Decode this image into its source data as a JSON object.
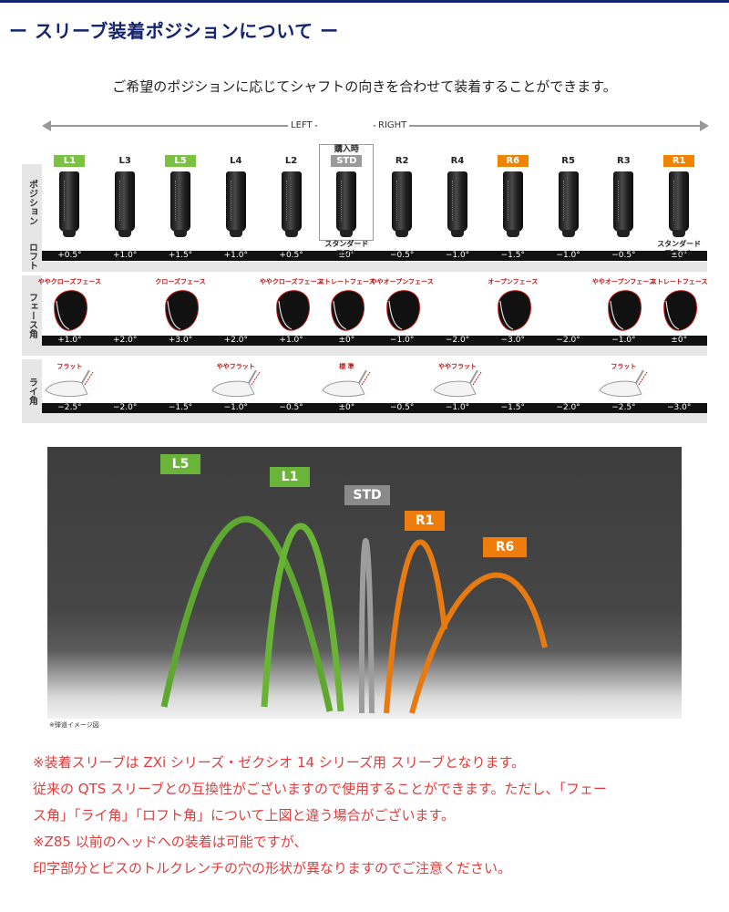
{
  "header": {
    "title": "ー スリーブ装着ポジションについて ー"
  },
  "intro": "ご希望のポジションに応じてシャフトの向きを合わせて装着することができます。",
  "direction": {
    "left": "LEFT",
    "right": "RIGHT"
  },
  "row_labels": {
    "position": "ポジション",
    "loft": "ロフト",
    "face": "フェース角",
    "lie": "ライ角"
  },
  "std_tag": "購入時",
  "positions": [
    {
      "label": "L1",
      "style": "green",
      "loft": "+0.5°"
    },
    {
      "label": "L3",
      "style": "plain",
      "loft": "+1.0°"
    },
    {
      "label": "L5",
      "style": "green",
      "loft": "+1.5°"
    },
    {
      "label": "L4",
      "style": "plain",
      "loft": "+1.0°"
    },
    {
      "label": "L2",
      "style": "plain",
      "loft": "+0.5°"
    },
    {
      "label": "STD",
      "style": "gray",
      "loft": "±0°",
      "caption": "スタンダード\nロフト"
    },
    {
      "label": "R2",
      "style": "plain",
      "loft": "−0.5°"
    },
    {
      "label": "R4",
      "style": "plain",
      "loft": "−1.0°"
    },
    {
      "label": "R6",
      "style": "orange",
      "loft": "−1.5°"
    },
    {
      "label": "R5",
      "style": "plain",
      "loft": "−1.0°"
    },
    {
      "label": "R3",
      "style": "plain",
      "loft": "−0.5°"
    },
    {
      "label": "R1",
      "style": "orange",
      "loft": "±0°",
      "caption": "スタンダード\nフラット"
    }
  ],
  "face_items": [
    {
      "caption": "ややクローズフェース",
      "value": "+1.0°"
    },
    {
      "caption": "",
      "value": "+2.0°"
    },
    {
      "caption": "クローズフェース",
      "value": "+3.0°"
    },
    {
      "caption": "",
      "value": "+2.0°"
    },
    {
      "caption": "ややクローズフェース",
      "value": "+1.0°"
    },
    {
      "caption": "ストレートフェース",
      "value": "±0°"
    },
    {
      "caption": "ややオープンフェース",
      "value": "−1.0°"
    },
    {
      "caption": "",
      "value": "−2.0°"
    },
    {
      "caption": "オープンフェース",
      "value": "−3.0°"
    },
    {
      "caption": "",
      "value": "−2.0°"
    },
    {
      "caption": "ややオープンフェース",
      "value": "−1.0°"
    },
    {
      "caption": "ストレートフェース",
      "value": "±0°"
    }
  ],
  "lie_items": [
    {
      "caption": "フラット",
      "value": "−2.5°"
    },
    {
      "caption": "",
      "value": "−2.0°"
    },
    {
      "caption": "",
      "value": "−1.5°"
    },
    {
      "caption": "ややフラット",
      "value": "−1.0°"
    },
    {
      "caption": "",
      "value": "−0.5°"
    },
    {
      "caption": "標 準",
      "value": "±0°"
    },
    {
      "caption": "",
      "value": "−0.5°"
    },
    {
      "caption": "ややフラット",
      "value": "−1.0°"
    },
    {
      "caption": "",
      "value": "−1.5°"
    },
    {
      "caption": "",
      "value": "−2.0°"
    },
    {
      "caption": "フラット",
      "value": "−2.5°"
    },
    {
      "caption": "",
      "value": "−3.0°"
    }
  ],
  "trajectory": {
    "note": "※弾道イメージ図",
    "labels": [
      {
        "text": "L5",
        "style": "green"
      },
      {
        "text": "L1",
        "style": "green"
      },
      {
        "text": "STD",
        "style": "gray"
      },
      {
        "text": "R1",
        "style": "orange"
      },
      {
        "text": "R6",
        "style": "orange"
      }
    ],
    "colors": {
      "green": "#6ab43a",
      "orange": "#ee7d0e",
      "gray": "#9a9a9a"
    }
  },
  "notes": [
    "※装着スリーブは ZXi シリーズ・ゼクシオ 14 シリーズ用 スリーブとなります。",
    "従来の QTS スリーブとの互換性がございますので使用することができます。ただし、「フェー",
    "ス角」「ライ角」「ロフト角」について上図と違う場合がございます。",
    "※Z85 以前のヘッドへの装着は可能ですが、",
    "印字部分とビスのトルクレンチの穴の形状が異なりますのでご注意ください。"
  ]
}
